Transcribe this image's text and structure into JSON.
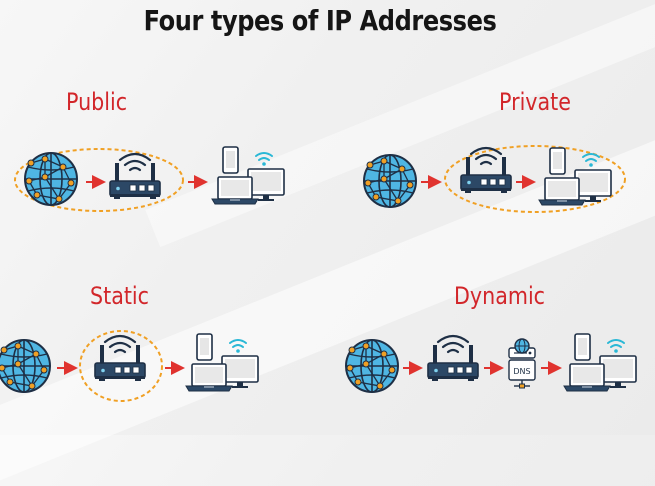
{
  "title": "Four types of IP Addresses",
  "sections": {
    "public": {
      "label": "Public"
    },
    "private": {
      "label": "Private"
    },
    "static": {
      "label": "Static"
    },
    "dynamic": {
      "label": "Dynamic",
      "server_label": "DNS"
    }
  },
  "colors": {
    "label_red": "#d2262a",
    "arrow_red": "#e0332f",
    "highlight_orange": "#f0a024",
    "globe_blue": "#4fb6e3",
    "router_navy": "#2c4866",
    "wifi_teal": "#2ab8d6"
  }
}
